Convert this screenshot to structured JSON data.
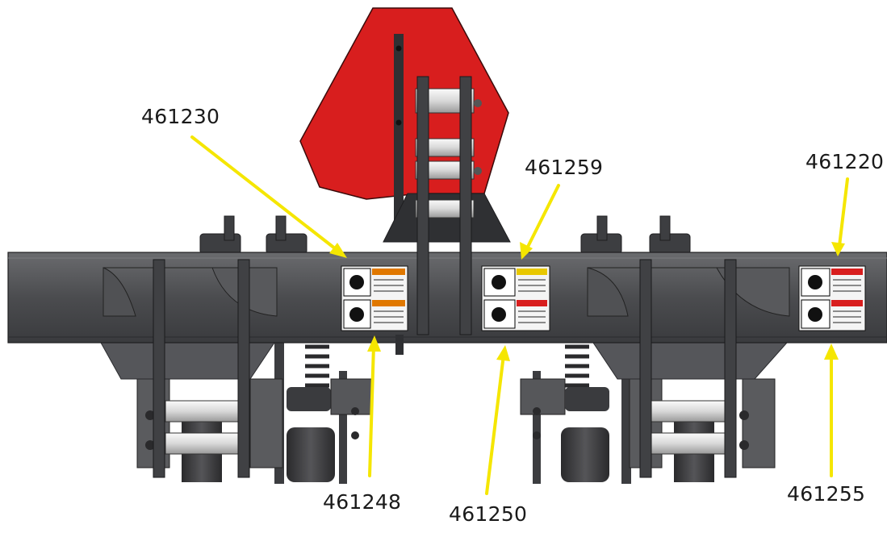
{
  "callouts": [
    {
      "id": "c1",
      "label": "461230"
    },
    {
      "id": "c2",
      "label": "461259"
    },
    {
      "id": "c3",
      "label": "461220"
    },
    {
      "id": "c4",
      "label": "461248"
    },
    {
      "id": "c5",
      "label": "461250"
    },
    {
      "id": "c6",
      "label": "461255"
    }
  ],
  "colors": {
    "frame": "#4a4b4e",
    "frame_shadow": "#2c2d30",
    "smv_sign": "#d81e1e",
    "arrow": "#f5e600",
    "roller": "#e4e4e4"
  }
}
